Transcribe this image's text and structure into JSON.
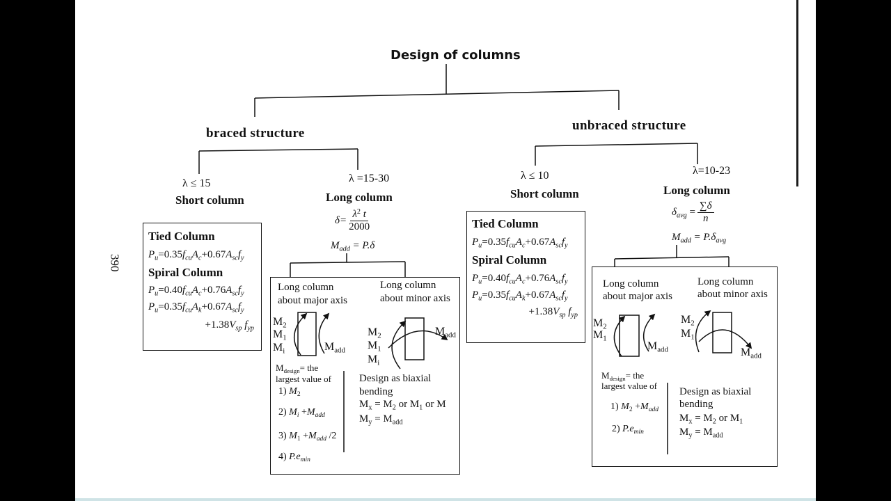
{
  "page": {
    "number": "390"
  },
  "title": "Design of columns",
  "braced": {
    "heading": "braced structure",
    "short": {
      "condition": "λ ≤ 15",
      "label": "Short column",
      "box": {
        "tied_title": "Tied Column",
        "tied_formula": [
          "P",
          {
            "sub": "u"
          },
          "=0.35",
          "f",
          {
            "sub": "cu"
          },
          "A",
          {
            "sub": "c"
          },
          "+0.67",
          "A",
          {
            "sub": "sc"
          },
          "f",
          {
            "sub": "y"
          }
        ],
        "spiral_title": "Spiral Column",
        "spiral_formula_1": [
          "P",
          {
            "sub": "u"
          },
          "=0.40",
          "f",
          {
            "sub": "cu"
          },
          "A",
          {
            "sub": "c"
          },
          "+0.76",
          "A",
          {
            "sub": "sc"
          },
          "f",
          {
            "sub": "y"
          }
        ],
        "spiral_formula_2": [
          "P",
          {
            "sub": "u"
          },
          "=0.35",
          "f",
          {
            "sub": "cu"
          },
          "A",
          {
            "sub": "k"
          },
          "+0.67",
          "A",
          {
            "sub": "sc"
          },
          "f",
          {
            "sub": "y"
          }
        ],
        "spiral_formula_3": [
          "+1.38",
          "V",
          {
            "sub": "sp"
          },
          " f",
          {
            "sub": "yp"
          }
        ]
      }
    },
    "long": {
      "condition": "λ =15-30",
      "label": "Long column",
      "deflection": {
        "lhs": [
          "δ="
        ],
        "numerator": [
          "λ",
          {
            "sup": "2"
          },
          " t"
        ],
        "denominator": "2000"
      },
      "added_moment": [
        "M",
        {
          "sub": "add"
        },
        " = P.δ"
      ],
      "box": {
        "major_axis": {
          "title": "Long column",
          "subtitle": "about major axis",
          "moments": [
            [
              "M",
              {
                "sub": "2"
              }
            ],
            [
              "M",
              {
                "sub": "1"
              }
            ],
            [
              "M",
              {
                "sub": "i"
              }
            ]
          ],
          "added": [
            "M",
            {
              "sub": "add"
            }
          ]
        },
        "minor_axis": {
          "title": "Long column",
          "subtitle": "about minor axis",
          "moments": [
            [
              "M",
              {
                "sub": "2"
              }
            ],
            [
              "M",
              {
                "sub": "1"
              }
            ],
            [
              "M",
              {
                "sub": "i"
              }
            ]
          ],
          "added": [
            "M",
            {
              "sub": "add"
            }
          ]
        },
        "design_moment": [
          "M",
          {
            "sub": "design"
          },
          "= the"
        ],
        "design_moment_2": "largest value of",
        "options": [
          [
            "1) ",
            "M",
            {
              "sub": "2"
            }
          ],
          [
            "2) ",
            "M",
            {
              "sub": "i"
            },
            " +",
            "M",
            {
              "sub": "add"
            }
          ],
          [
            "3) ",
            "M",
            {
              "sub": "1"
            },
            " +",
            "M",
            {
              "sub": "add"
            },
            " /2"
          ],
          [
            "4) ",
            "P.e",
            {
              "sub": "min"
            }
          ]
        ],
        "biaxial": {
          "line1": "Design as biaxial",
          "line2": "bending",
          "mx": [
            "M",
            {
              "sub": "x"
            },
            " = M",
            {
              "sub": "2"
            },
            " or M",
            {
              "sub": "1"
            },
            " or M"
          ],
          "my": [
            "M",
            {
              "sub": "y"
            },
            " = M",
            {
              "sub": "add"
            }
          ]
        }
      }
    }
  },
  "unbraced": {
    "heading": "unbraced structure",
    "short": {
      "condition": "λ ≤ 10",
      "label": "Short column",
      "box": {
        "tied_title": "Tied Column",
        "tied_formula": [
          "P",
          {
            "sub": "u"
          },
          "=0.35",
          "f",
          {
            "sub": "cu"
          },
          "A",
          {
            "sub": "c"
          },
          "+0.67",
          "A",
          {
            "sub": "sc"
          },
          "f",
          {
            "sub": "y"
          }
        ],
        "spiral_title": "Spiral Column",
        "spiral_formula_1": [
          "P",
          {
            "sub": "u"
          },
          "=0.40",
          "f",
          {
            "sub": "cu"
          },
          "A",
          {
            "sub": "c"
          },
          "+0.76",
          "A",
          {
            "sub": "sc"
          },
          "f",
          {
            "sub": "y"
          }
        ],
        "spiral_formula_2": [
          "P",
          {
            "sub": "u"
          },
          "=0.35",
          "f",
          {
            "sub": "cu"
          },
          "A",
          {
            "sub": "k"
          },
          "+0.67",
          "A",
          {
            "sub": "sc"
          },
          "f",
          {
            "sub": "y"
          }
        ],
        "spiral_formula_3": [
          "+1.38",
          "V",
          {
            "sub": "sp"
          },
          " f",
          {
            "sub": "yp"
          }
        ]
      }
    },
    "long": {
      "condition": "λ=10-23",
      "label": "Long column",
      "deflection": {
        "lhs": [
          "δ",
          {
            "sub": "avg"
          },
          " ="
        ],
        "numerator": [
          "∑δ"
        ],
        "denominator": "n"
      },
      "added_moment": [
        "M",
        {
          "sub": "add"
        },
        " = P.δ",
        {
          "sub": "avg"
        }
      ],
      "box": {
        "major_axis": {
          "title": "Long column",
          "subtitle": "about major axis",
          "moments": [
            [
              "M",
              {
                "sub": "2"
              }
            ],
            [
              "M",
              {
                "sub": "1"
              }
            ]
          ],
          "added": [
            "M",
            {
              "sub": "add"
            }
          ]
        },
        "minor_axis": {
          "title": "Long column",
          "subtitle": "about minor axis",
          "moments": [
            [
              "M",
              {
                "sub": "2"
              }
            ],
            [
              "M",
              {
                "sub": "1"
              }
            ]
          ],
          "added": [
            "M",
            {
              "sub": "add"
            }
          ]
        },
        "design_moment": [
          "M",
          {
            "sub": "design"
          },
          "= the"
        ],
        "design_moment_2": "largest value of",
        "options": [
          [
            "1) ",
            "M",
            {
              "sub": "2"
            },
            " +",
            "M",
            {
              "sub": "add"
            }
          ],
          [
            "2) ",
            "P.e",
            {
              "sub": "min"
            }
          ]
        ],
        "biaxial": {
          "line1": "Design as biaxial",
          "line2": "bending",
          "mx": [
            "M",
            {
              "sub": "x"
            },
            " = M",
            {
              "sub": "2"
            },
            " or M",
            {
              "sub": "1"
            }
          ],
          "my": [
            "M",
            {
              "sub": "y"
            },
            " = M",
            {
              "sub": "add"
            }
          ]
        }
      }
    }
  }
}
